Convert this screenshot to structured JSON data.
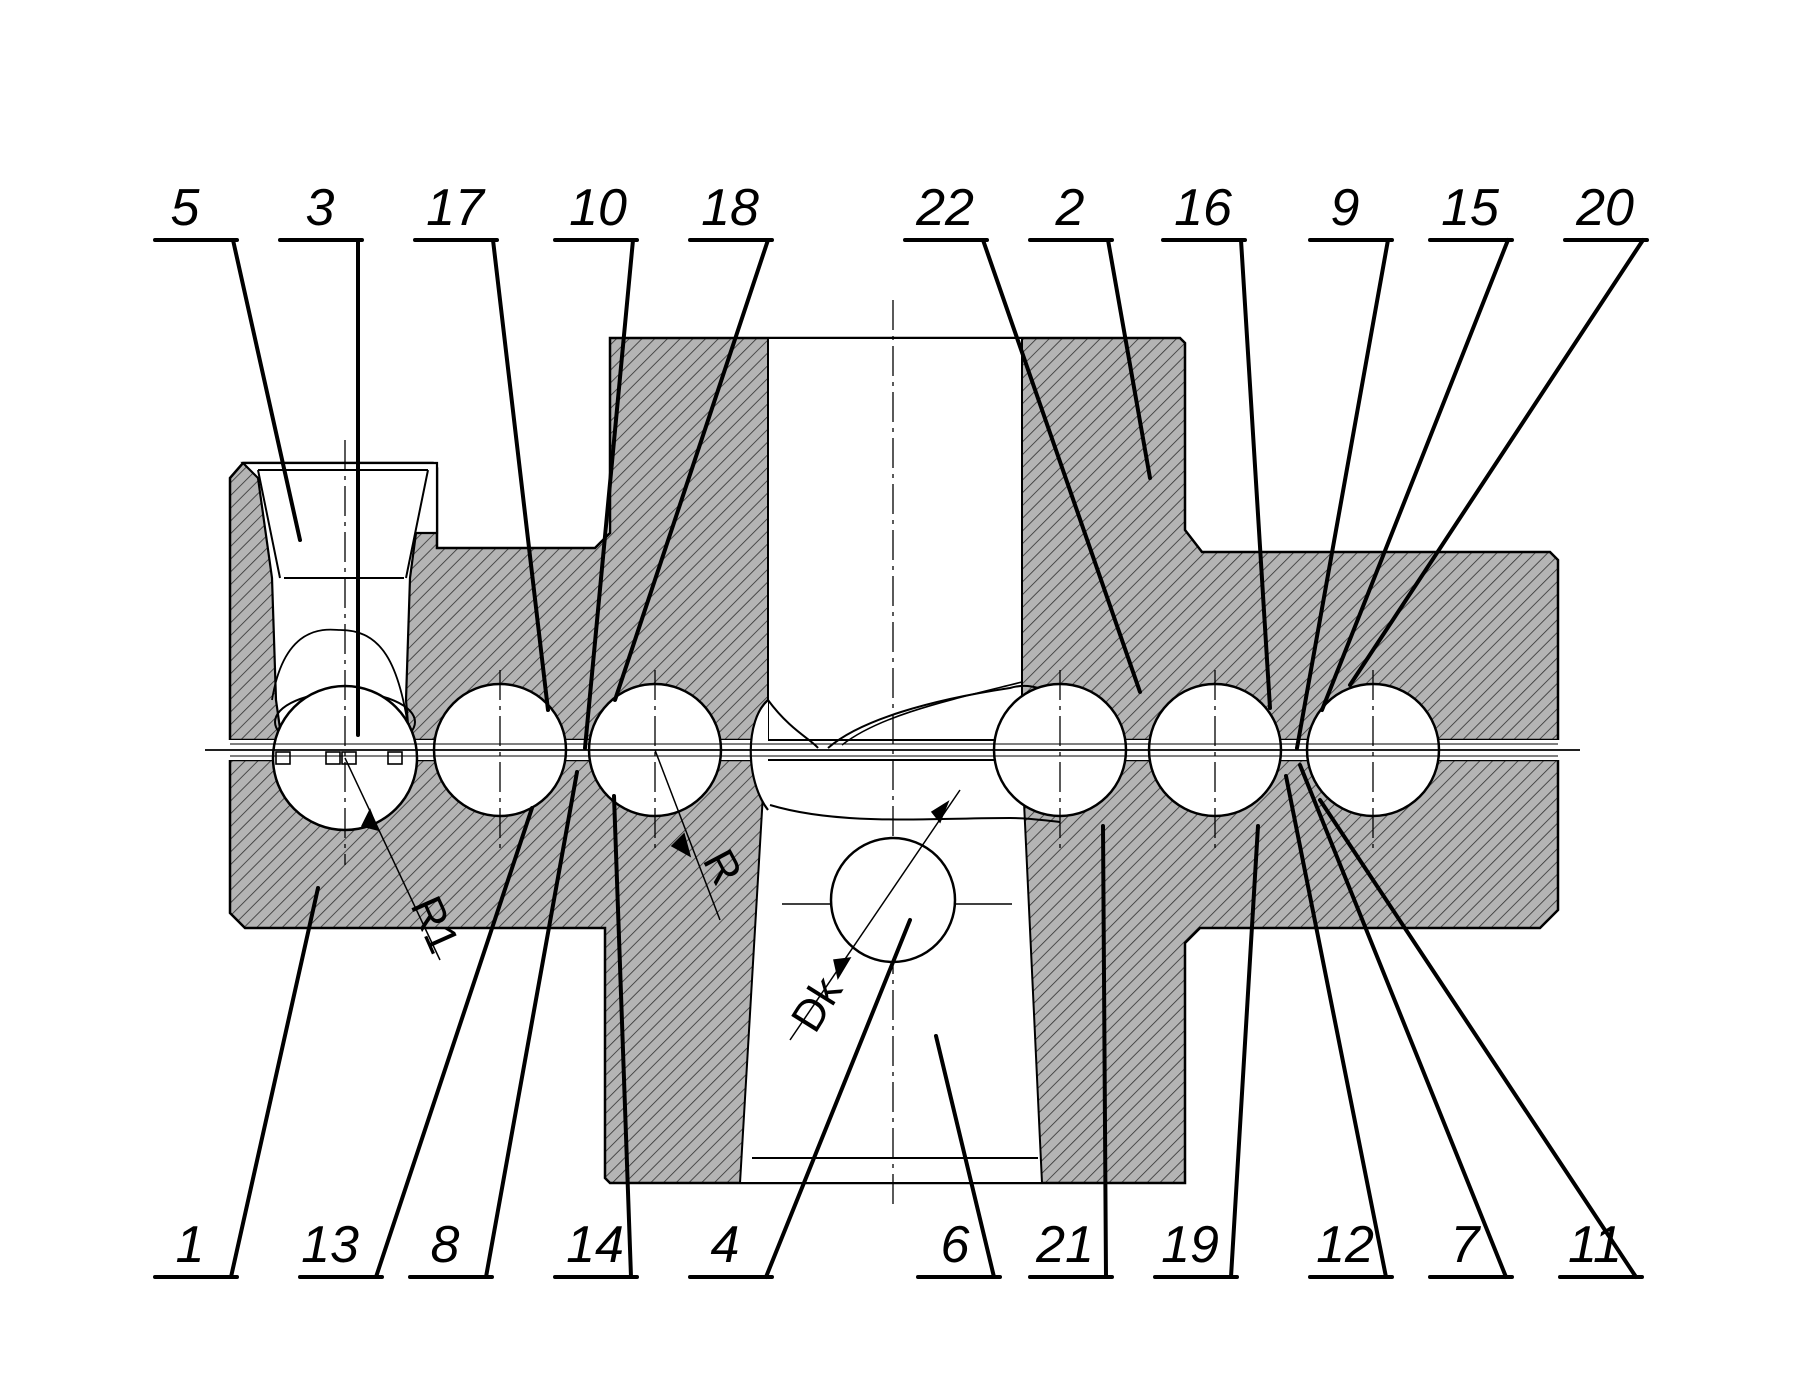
{
  "figure": {
    "top_labels": [
      "5",
      "3",
      "17",
      "10",
      "18",
      "22",
      "2",
      "16",
      "9",
      "15",
      "20"
    ],
    "bottom_labels": [
      "1",
      "13",
      "8",
      "14",
      "4",
      "6",
      "21",
      "19",
      "12",
      "7",
      "11"
    ],
    "dimensions": [
      "R1",
      "R",
      "Dk"
    ],
    "colors": {
      "ink": "#000000",
      "paper": "#ffffff"
    }
  }
}
